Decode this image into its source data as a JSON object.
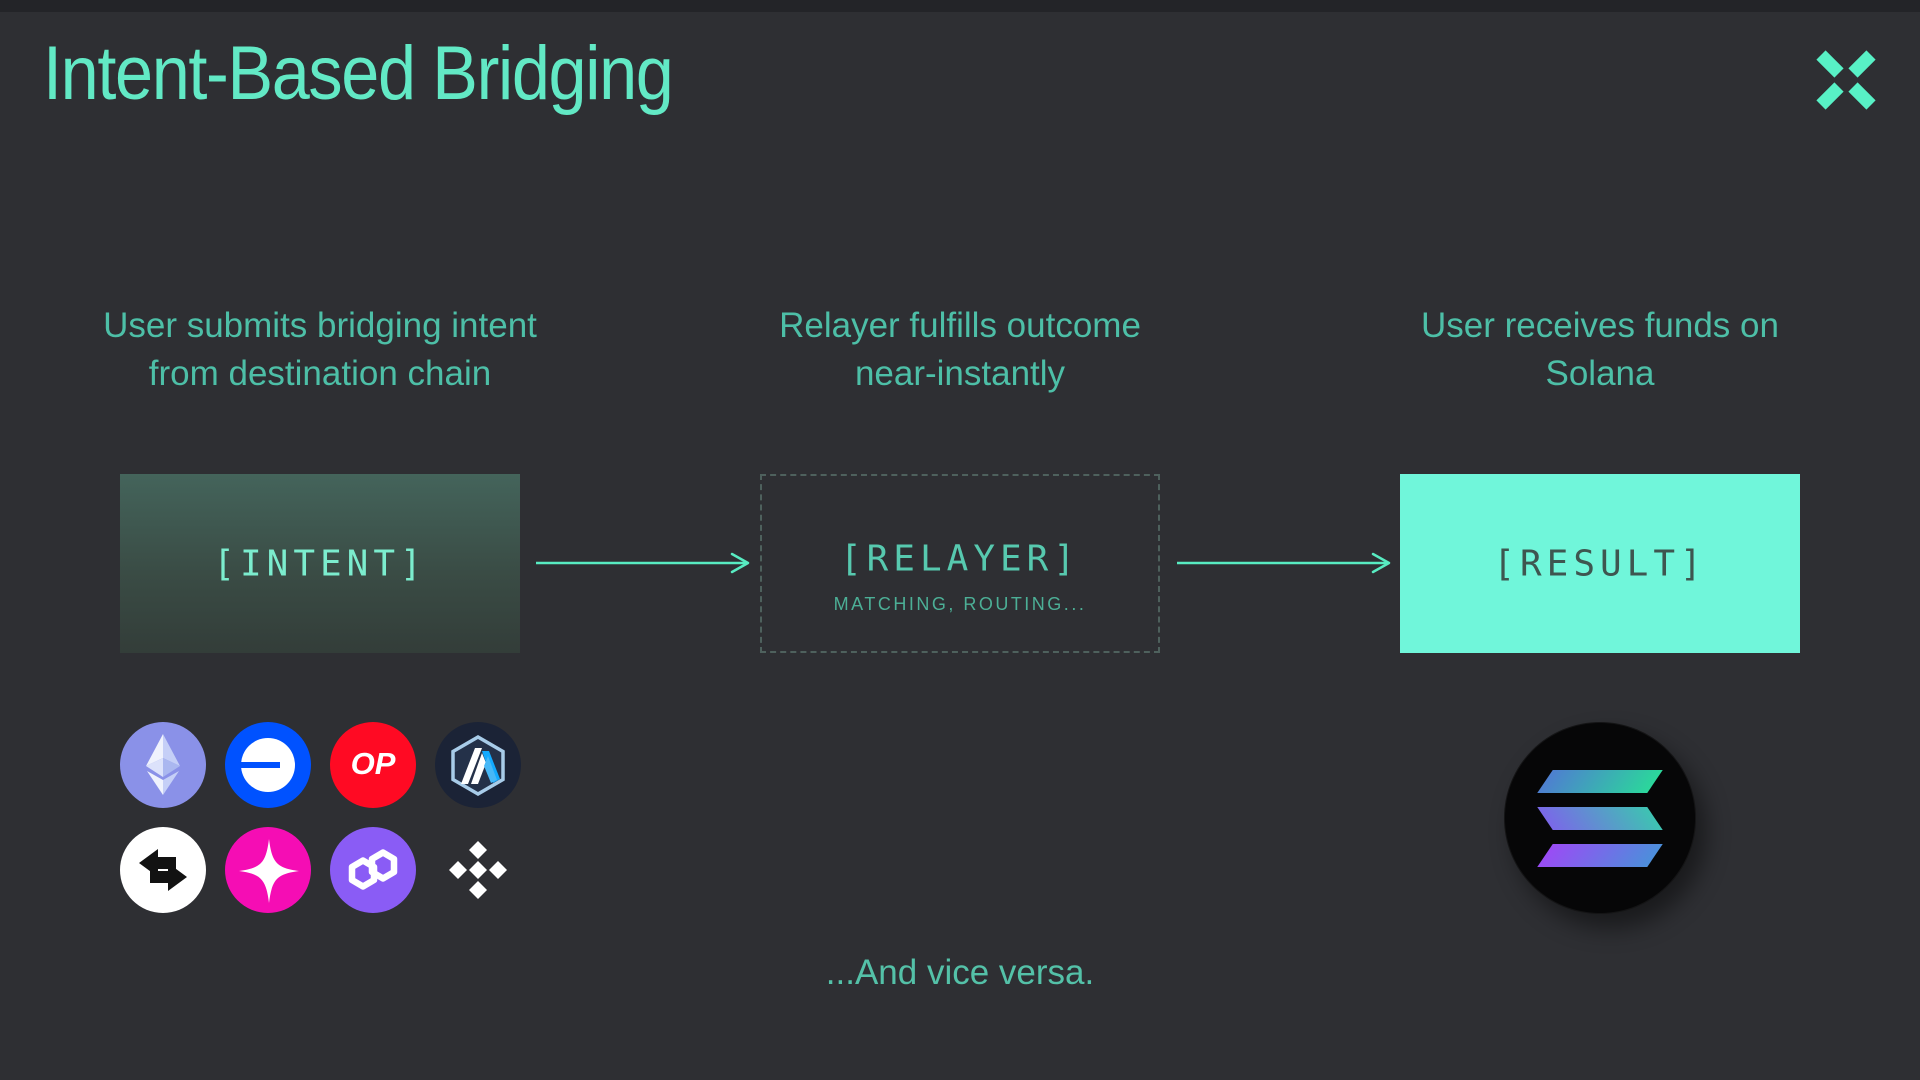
{
  "slide": {
    "title": "Intent-Based Bridging",
    "footer": "...And vice versa."
  },
  "columns": [
    {
      "heading_line1": "User submits bridging intent",
      "heading_line2": "from destination chain",
      "box_label": "[INTENT]"
    },
    {
      "heading_line1": "Relayer fulfills outcome",
      "heading_line2": "near-instantly",
      "box_label": "[RELAYER]",
      "box_sublabel": "MATCHING, ROUTING..."
    },
    {
      "heading_line1": "User receives funds on",
      "heading_line2": "Solana",
      "box_label": "[RESULT]"
    }
  ],
  "source_chains": [
    {
      "name": "ethereum",
      "color": "#8a91e8"
    },
    {
      "name": "base",
      "color": "#0052ff"
    },
    {
      "name": "optimism",
      "color": "#ff0a23",
      "label": "OP"
    },
    {
      "name": "arbitrum",
      "color": "#1b2336"
    },
    {
      "name": "swap-bridge",
      "color": "#ffffff"
    },
    {
      "name": "unichain",
      "color": "#f50db4"
    },
    {
      "name": "polygon",
      "color": "#8a5cf5"
    },
    {
      "name": "bnb-chain",
      "color": "#f0ba30"
    }
  ],
  "destination_chain": {
    "name": "solana",
    "color": "#060607"
  },
  "colors": {
    "background": "#2e2f33",
    "accent_mint": "#62e9c5",
    "heading_teal": "#4dbfa7",
    "intent_box_top": "#44645b",
    "intent_box_bottom": "#333d39",
    "relayer_dash": "#4e615d",
    "result_box": "#70f6da",
    "result_text": "#3e5650",
    "arrow": "#58ecc2"
  }
}
